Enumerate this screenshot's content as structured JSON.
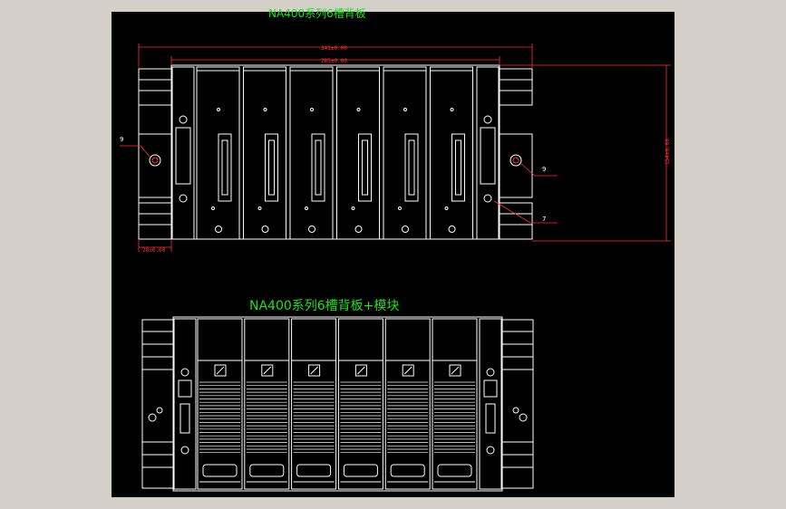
{
  "drawing": {
    "title_top": "NA400系列6槽背板",
    "title_bottom": "NA400系列6槽背板+模块",
    "dimensions": {
      "overall_width": "341±0.00",
      "inner_width": "285±0.00",
      "height": "154±0.00",
      "side_offset": "28±0.00"
    },
    "callouts": {
      "left_bolt": "9",
      "right_bolt": "9",
      "right_screw": "7"
    },
    "module_count": 6
  },
  "colors": {
    "canvas": "#000000",
    "frame": "#d4d0c8",
    "linework": "#ffffff",
    "dimension": "#ff3030",
    "title": "#22dd22",
    "bolt": "#ff3030"
  }
}
